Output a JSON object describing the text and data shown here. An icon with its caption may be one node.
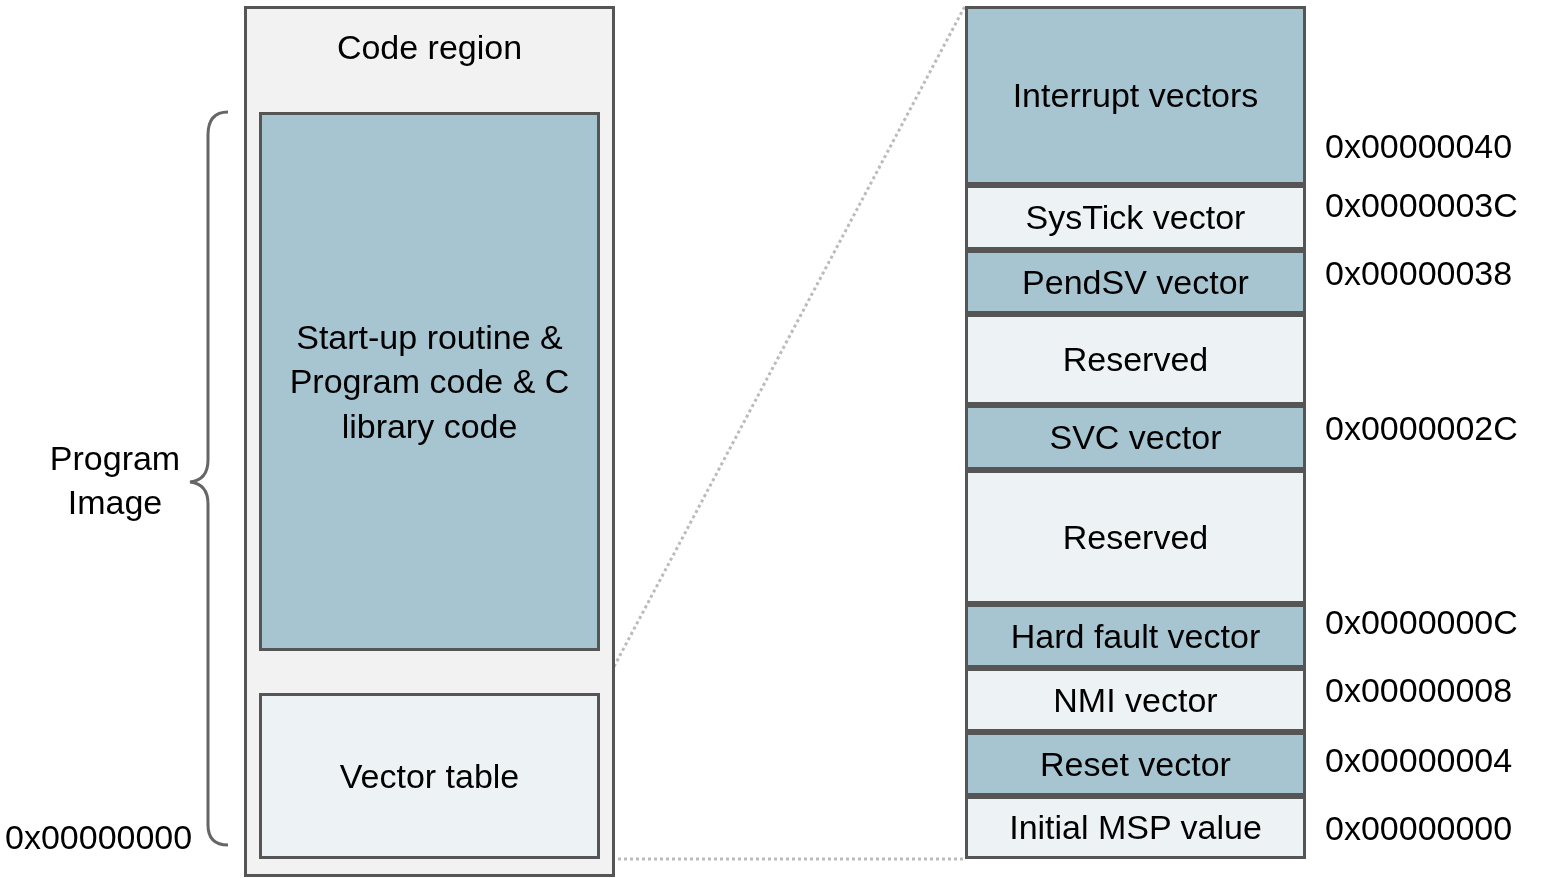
{
  "diagram": {
    "nodes": [
      {
        "text": [
          "Code region"
        ]
      },
      {
        "text": [
          "Start-up routine & Program code & C library code"
        ],
        "in": 0
      },
      {
        "text": [
          "Vector table"
        ],
        "in": 0
      },
      {
        "text": [
          "Interrupt vectors"
        ]
      },
      {
        "text": [
          "SysTick vector"
        ]
      },
      {
        "text": [
          "PendSV vector"
        ]
      },
      {
        "text": [
          "Reserved"
        ]
      },
      {
        "text": [
          "SVC vector"
        ]
      },
      {
        "text": [
          "Reserved"
        ]
      },
      {
        "text": [
          "Hard fault vector"
        ]
      },
      {
        "text": [
          "NMI vector"
        ]
      },
      {
        "text": [
          "Reset vector"
        ]
      },
      {
        "text": [
          "Initial MSP value"
        ]
      }
    ],
    "edges": [
      {
        "from": 2,
        "to": 3,
        "arrow": "none",
        "style": "dashed"
      },
      {
        "from": 2,
        "to": 12,
        "arrow": "none",
        "style": "dashed"
      }
    ],
    "labels": [
      "Program Image",
      "0x00000000",
      "0x00000040",
      "0x0000003C",
      "0x00000038",
      "0x0000002C",
      "0x0000000C",
      "0x00000008",
      "0x00000004",
      "0x00000000"
    ]
  }
}
